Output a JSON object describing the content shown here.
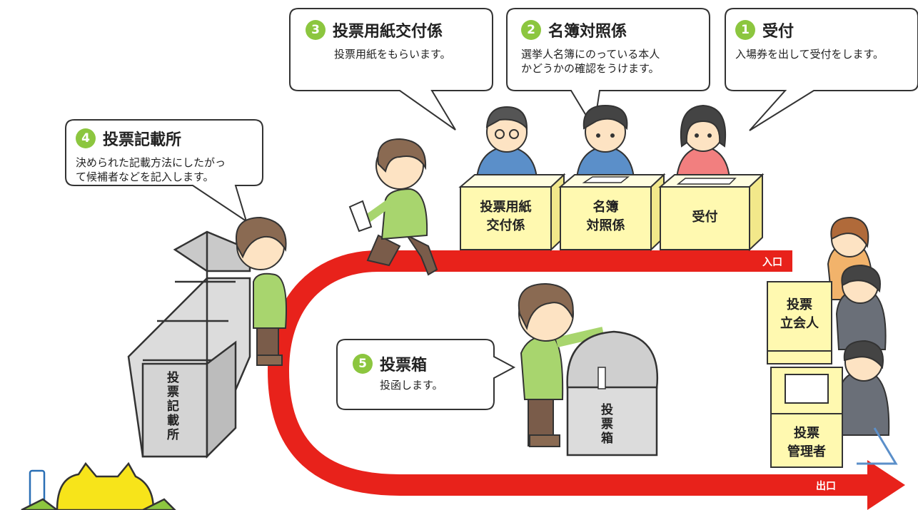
{
  "steps": [
    {
      "num": "1",
      "title": "受付",
      "body": "入場券を出して受付をします。"
    },
    {
      "num": "2",
      "title": "名簿対照係",
      "body": "選挙人名簿にのっている本人\nかどうかの確認をうけます。"
    },
    {
      "num": "3",
      "title": "投票用紙交付係",
      "body": "投票用紙をもらいます。"
    },
    {
      "num": "4",
      "title": "投票記載所",
      "body": "決められた記載方法にしたがっ\nて候補者などを記入します。"
    },
    {
      "num": "5",
      "title": "投票箱",
      "body": "投函します。"
    }
  ],
  "desks": {
    "ballot_issue": "投票用紙\n交付係",
    "register": "名簿\n対照係",
    "reception": "受付"
  },
  "booth_label": "投票記載所",
  "ballot_box_label": "投票箱",
  "witness_label": "投票\n立会人",
  "manager_label": "投票\n管理者",
  "entrance_label": "入口",
  "exit_label": "出口",
  "colors": {
    "route": "#e8221b",
    "accent": "#8cc63f",
    "desk": "#fff9b0",
    "shirt": "#a8d56e"
  }
}
